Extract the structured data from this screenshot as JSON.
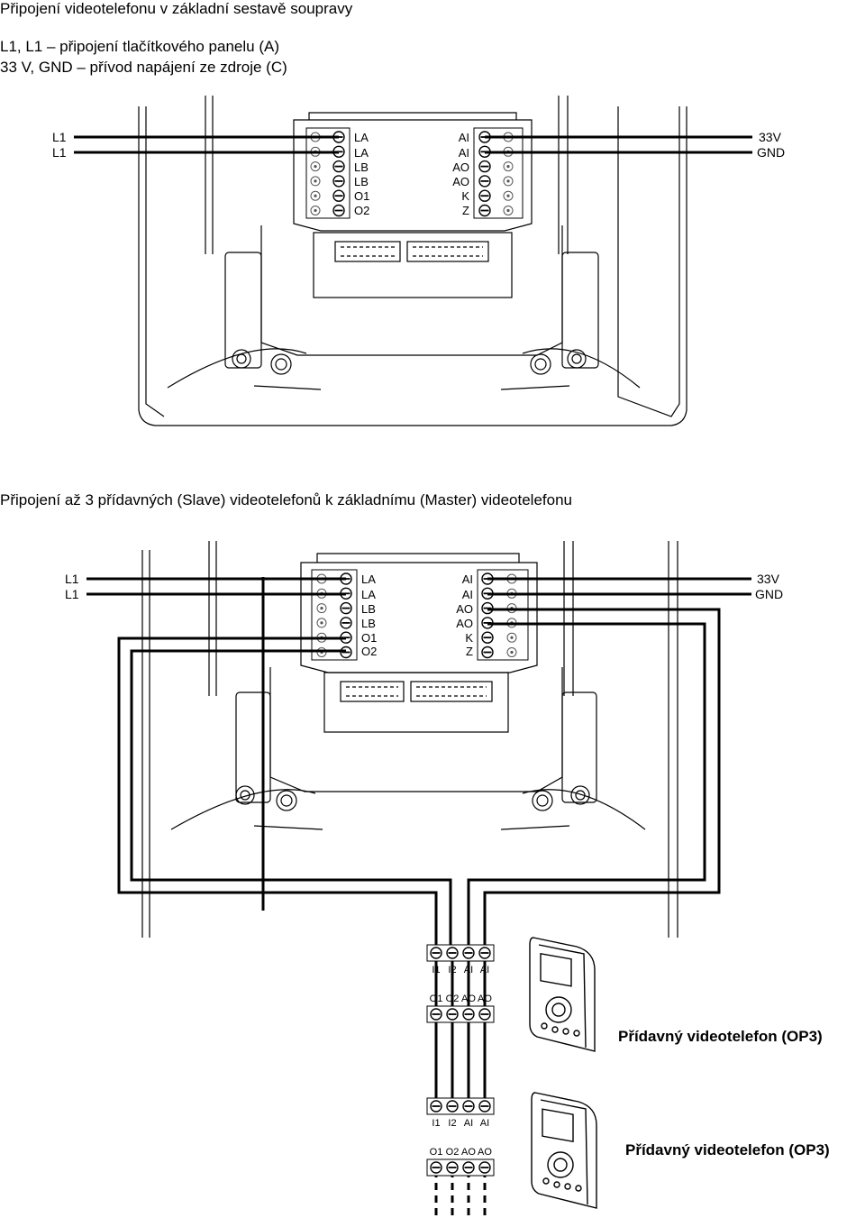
{
  "section1": {
    "title": "Připojení videotelefonu v základní sestavě soupravy",
    "line1": "L1, L1 – připojení tlačítkového panelu (A)",
    "line2": "33 V, GND – přívod napájení ze zdroje (C)"
  },
  "section2": {
    "title": "Připojení až 3 přídavných (Slave) videotelefonů k základnímu (Master) videotelefonu"
  },
  "diagram": {
    "left_line_labels": [
      "L1",
      "L1"
    ],
    "right_line_labels": [
      "33V",
      "GND"
    ],
    "left_terminals": [
      "LA",
      "LA",
      "LB",
      "LB",
      "O1",
      "O2"
    ],
    "right_terminals": [
      "AI",
      "AI",
      "AO",
      "AO",
      "K",
      "Z"
    ],
    "slave_terminals_top": [
      "I1",
      "I2",
      "AI",
      "AI"
    ],
    "slave_terminals_bottom": [
      "O1",
      "O2",
      "AO",
      "AO"
    ],
    "slave_label": "Přídavný videotelefon (OP3)"
  }
}
